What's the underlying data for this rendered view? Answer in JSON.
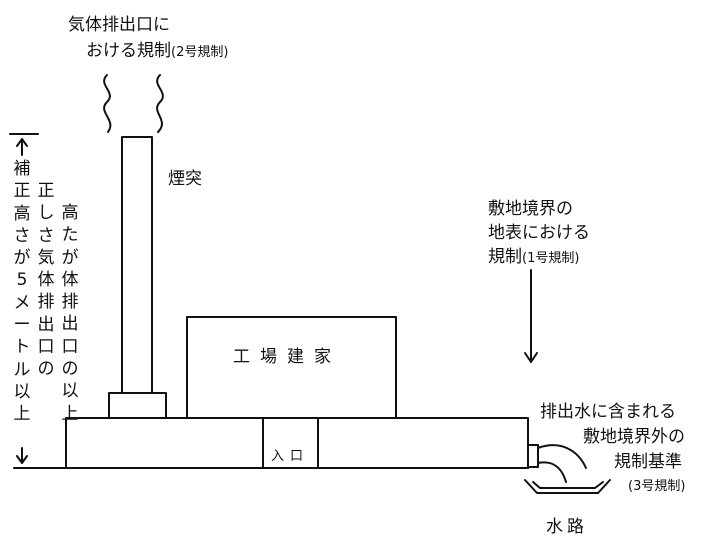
{
  "labels": {
    "gas_outlet_line1": "気体排出口に",
    "gas_outlet_line2": "おける規制",
    "gas_outlet_type": "(2号規制)",
    "chimney": "煙突",
    "boundary_line1": "敷地境界の",
    "boundary_line2": "地表における",
    "boundary_line3": "規制",
    "boundary_type": "(1号規制)",
    "factory": "工場建家",
    "entrance": "入口",
    "discharge_line1": "排出水に含まれる",
    "discharge_line2": "敷地境界外の",
    "discharge_line3": "規制基準",
    "discharge_type": "(3号規制)",
    "waterway": "水路",
    "height_col1": "補正高さが5メートル以上",
    "height_col2": "正しさ気体排出口の",
    "height_col3": "高たが体排出口の以上"
  },
  "colors": {
    "line": "#111111",
    "background": "#ffffff"
  }
}
